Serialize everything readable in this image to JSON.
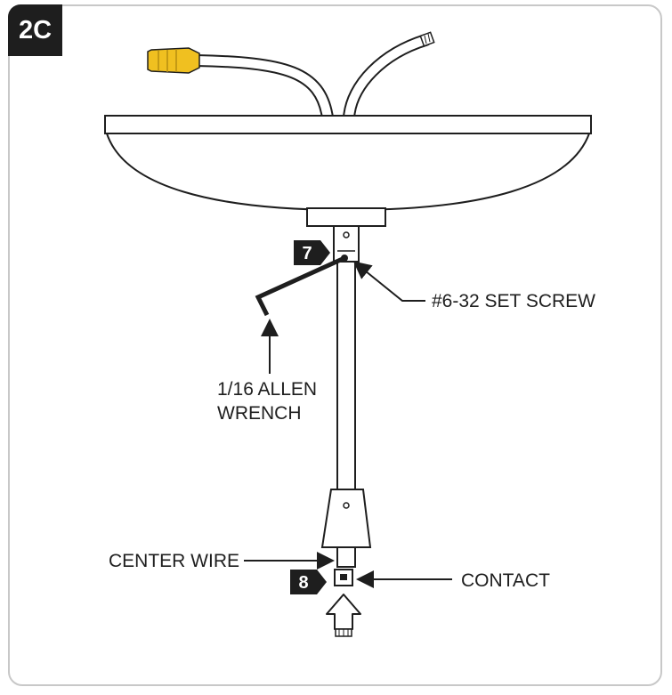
{
  "figure": {
    "step_label": "2C",
    "callouts": [
      {
        "number": "7"
      },
      {
        "number": "8"
      }
    ],
    "labels": {
      "set_screw": "#6-32 SET SCREW",
      "allen_wrench_line1": "1/16 ALLEN",
      "allen_wrench_line2": "WRENCH",
      "center_wire": "CENTER WIRE",
      "contact": "CONTACT"
    },
    "colors": {
      "ink": "#1e1e1e",
      "wire_nut": "#f0c020",
      "canopy_fill": "#ffffff",
      "frame_border": "#c8c8c8"
    }
  }
}
